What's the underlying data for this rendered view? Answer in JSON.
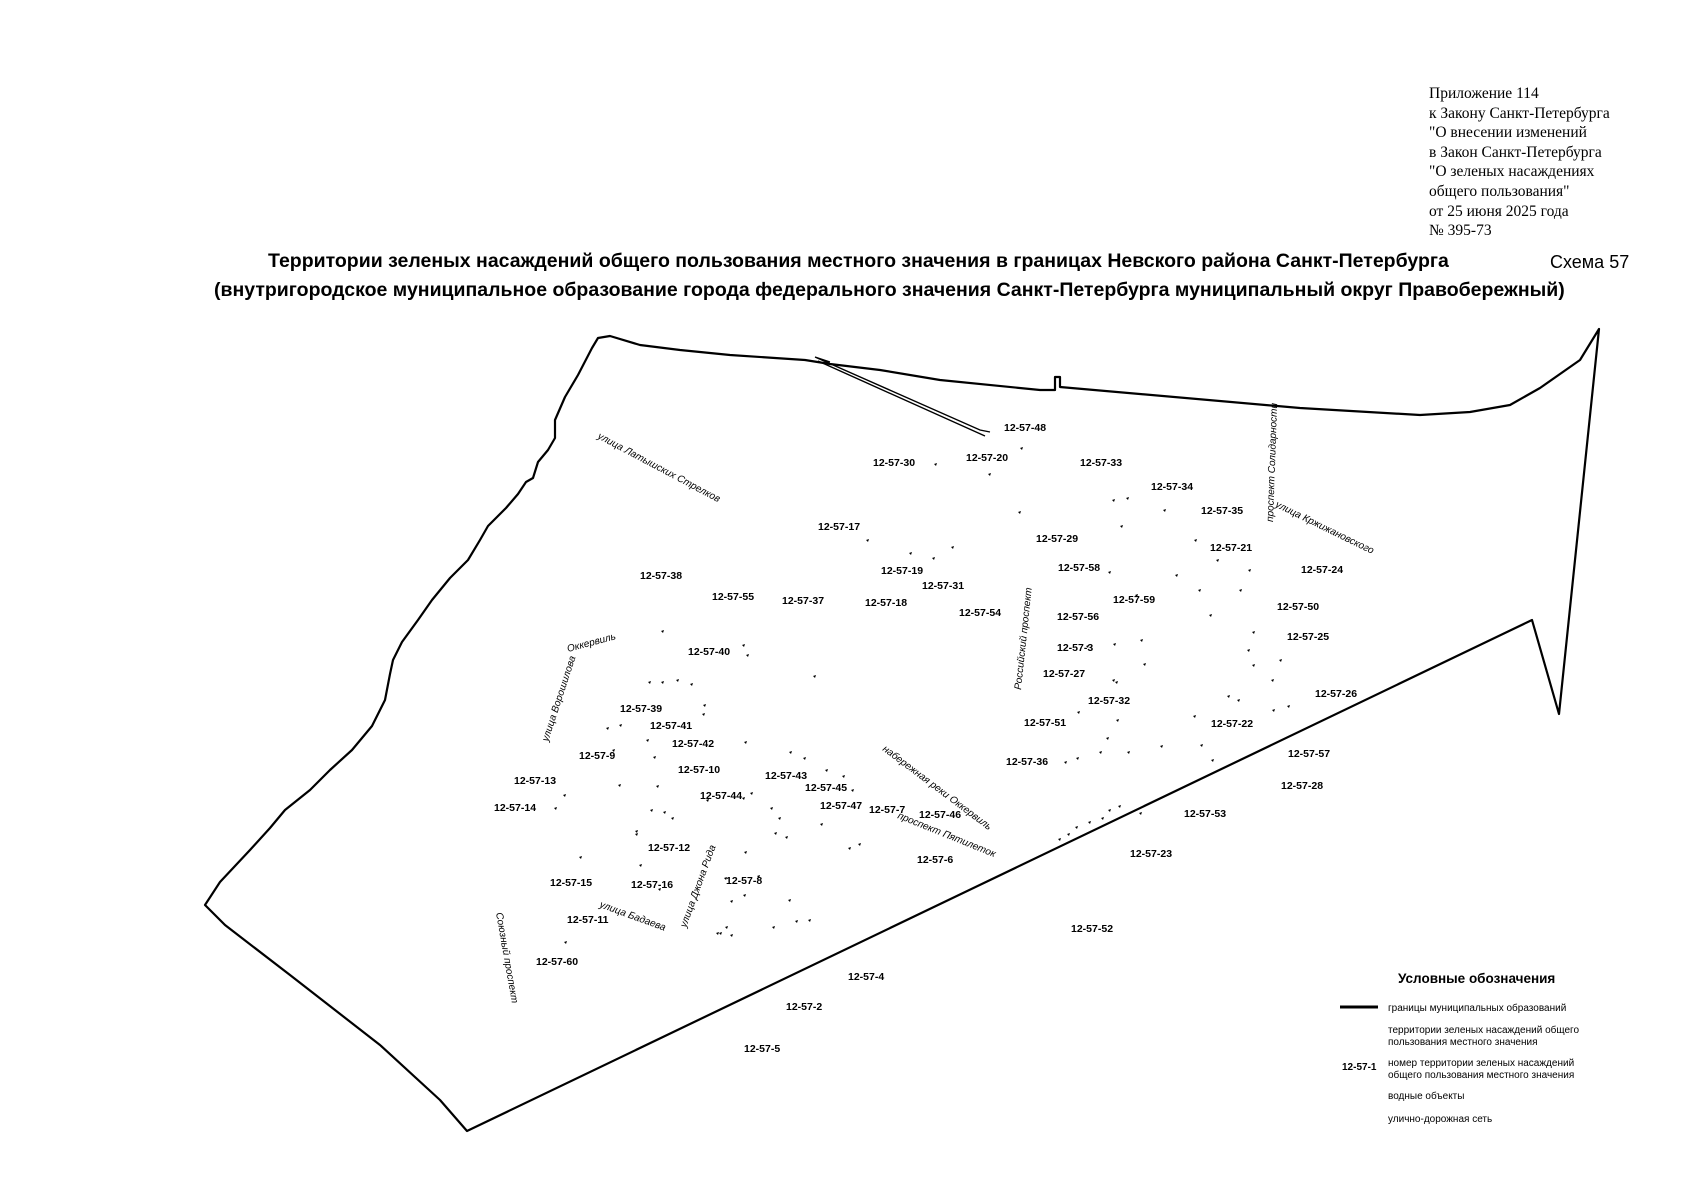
{
  "annex_lines": [
    "Приложение 114",
    "к Закону Санкт-Петербурга",
    "\"О внесении изменений",
    "в Закон Санкт-Петербурга",
    "\"О зеленых насаждениях",
    "общего пользования\"",
    "от 25 июня 2025 года",
    "№ 395-73"
  ],
  "title_line1": "Территории зеленых насаждений общего пользования местного значения в границах Невского района Санкт-Петербурга",
  "title_line2": "(внутригородское муниципальное образование города федерального значения Санкт-Петербурга муниципальный округ Правобережный)",
  "scheme_label": "Схема 57",
  "zone_labels": [
    "12-57-48",
    "12-57-30",
    "12-57-20",
    "12-57-33",
    "12-57-34",
    "12-57-35",
    "12-57-17",
    "12-57-29",
    "12-57-21",
    "12-57-19",
    "12-57-58",
    "12-57-24",
    "12-57-31",
    "12-57-59",
    "12-57-38",
    "12-57-55",
    "12-57-37",
    "12-57-18",
    "12-57-54",
    "12-57-56",
    "12-57-50",
    "12-57-3",
    "12-57-25",
    "12-57-40",
    "12-57-27",
    "12-57-32",
    "12-57-26",
    "12-57-39",
    "12-57-51",
    "12-57-22",
    "12-57-41",
    "12-57-42",
    "12-57-9",
    "12-57-36",
    "12-57-57",
    "12-57-10",
    "12-57-43",
    "12-57-45",
    "12-57-13",
    "12-57-44",
    "12-57-28",
    "12-57-47",
    "12-57-14",
    "12-57-7",
    "12-57-46",
    "12-57-53",
    "12-57-12",
    "12-57-23",
    "12-57-6",
    "12-57-8",
    "12-57-15",
    "12-57-16",
    "12-57-11",
    "12-57-52",
    "12-57-60",
    "12-57-4",
    "12-57-2",
    "12-57-5"
  ],
  "street_labels": [
    "улица Латышских Стрелков",
    "проспект Солидарности",
    "улица Кржижановского",
    "Российский проспект",
    "Оккервиль",
    "улица Ворошилова",
    "набережная реки Оккервиль",
    "проспект Пятилеток",
    "улица Джона Рида",
    "улица Бадаева",
    "Союзный проспект"
  ],
  "legend": {
    "title": "Условные обозначения",
    "boundary": "границы муниципальных образований",
    "green_line1": "территории зеленых насаждений общего",
    "green_line2": "пользования местного значения",
    "number_example": "12-57-1",
    "number_line1": "номер территории зеленых насаждений",
    "number_line2": "общего пользования местного значения",
    "water": "водные объекты",
    "roads": "улично-дорожная сеть"
  },
  "colors": {
    "boundary": "#000000",
    "background": "#ffffff",
    "text": "#000000"
  }
}
